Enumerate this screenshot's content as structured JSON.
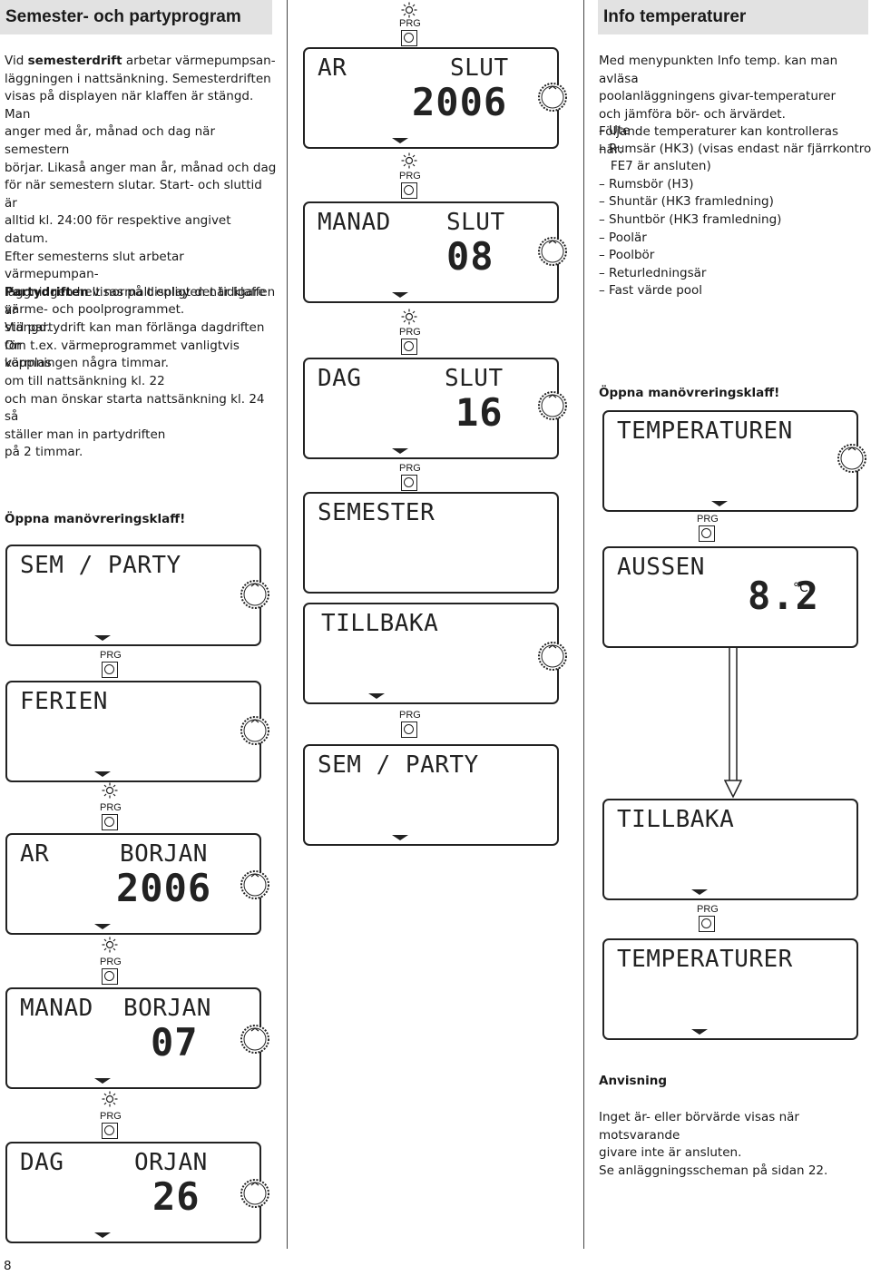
{
  "page_number": "8",
  "left_column": {
    "title": "Semester- och partyprogram",
    "intro_pre": "Vid ",
    "intro_bold": "semesterdrift",
    "intro_rest": " arbetar värmepumpsan-\nläggningen i nattsänkning. Semesterdriften\nvisas på displayen när klaffen är stängd. Man\nanger med år, månad och dag när semestern\nbörjar. Likaså anger man år, månad och dag\nför när semestern slutar. Start- och sluttid är\nalltid kl. 24:00 för respektive angivet datum.\nEfter semesterns slut arbetar värmepumpan-\nläggningen helt normalt enligt det tidigare\nvärme- och poolprogrammet.\nVid partydrift kan man förlänga dagdriften för\nvärmningen några timmar.",
    "party_bold": "Partydriften",
    "party_rest": " visas på displayen när klaffen är\nstängd.\nOm t.ex. värmeprogrammet vanligtvis kopplas\nom till nattsänkning kl. 22\noch man önskar starta nattsänkning kl. 24 så\nställer man in partydriften\npå 2 timmar.",
    "open_flap": "Öppna manövreringsklaff!"
  },
  "left_displays": [
    {
      "line1a": "SEM / PARTY",
      "line1b": "",
      "big": ""
    },
    {
      "line1a": "FERIEN",
      "line1b": "",
      "big": ""
    },
    {
      "line1a": "AR",
      "line1b": "BORJAN",
      "big": "2006"
    },
    {
      "line1a": "MANAD",
      "line1b": "BORJAN",
      "big": "07"
    },
    {
      "line1a": "DAG",
      "line1b": "ORJAN",
      "big": "26"
    }
  ],
  "middle_displays": [
    {
      "line1a": "AR",
      "line1b": "SLUT",
      "big": "2006"
    },
    {
      "line1a": "MANAD",
      "line1b": "SLUT",
      "big": "08"
    },
    {
      "line1a": "DAG",
      "line1b": "SLUT",
      "big": "16"
    },
    {
      "line1a": "SEMESTER",
      "line1b": "",
      "big": ""
    },
    {
      "line1a": "TILLBAKA",
      "line1b": "",
      "big": ""
    },
    {
      "line1a": "SEM / PARTY",
      "line1b": "",
      "big": ""
    }
  ],
  "right_column": {
    "title": "Info temperaturer",
    "intro": "Med menypunkten Info temp. kan man avläsa\npoolanläggningens givar-temperaturer\noch jämföra bör- och ärvärdet.\nFöljande temperaturer kan kontrolleras här:",
    "list": [
      "– Ute",
      "– Rumsär (HK3) (visas endast när fjärrkontroll",
      "   FE7 är ansluten)",
      "– Rumsbör (H3)",
      "– Shuntär (HK3 framledning)",
      "– Shuntbör (HK3 framledning)",
      "– Poolär",
      "– Poolbör",
      "– Returledningsär",
      "– Fast värde pool"
    ],
    "open_flap": "Öppna manövreringsklaff!",
    "note_title": "Anvisning",
    "note_text": "Inget är- eller börvärde visas när motsvarande\ngivare inte är ansluten.\nSe anläggningsscheman på sidan 22."
  },
  "right_displays": [
    {
      "line1a": "TEMPERATUREN",
      "line1b": "",
      "big": ""
    },
    {
      "line1a": "AUSSEN",
      "line1b": "",
      "big": "8.2",
      "unit": "°C"
    },
    {
      "line1a": "TILLBAKA",
      "line1b": "",
      "big": ""
    },
    {
      "line1a": "TEMPERATURER",
      "line1b": "",
      "big": ""
    }
  ],
  "prg_label": "PRG"
}
